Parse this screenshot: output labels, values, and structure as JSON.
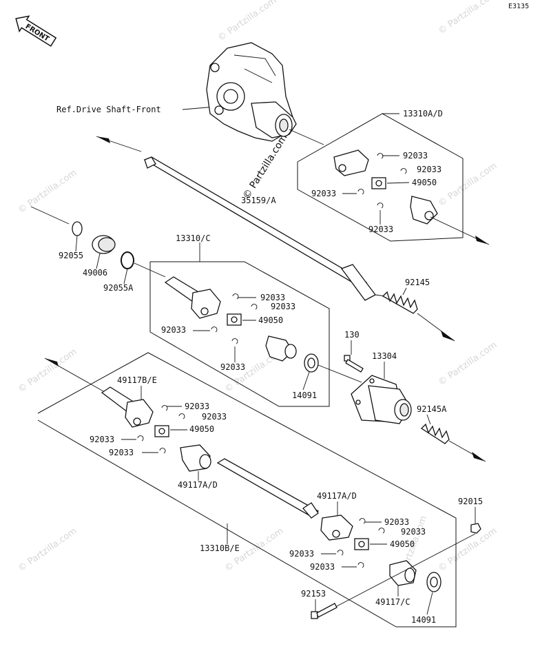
{
  "diagram_code": "E3135",
  "front_label": "FRONT",
  "ref_label": "Ref.Drive Shaft-Front",
  "watermark": "© Partzilla.com",
  "labels": {
    "p13310ad": "13310A/D",
    "p92033_a1": "92033",
    "p92033_a2": "92033",
    "p49050_a": "49050",
    "p92033_a3": "92033",
    "p92033_a4": "92033",
    "p35159": "35159/A",
    "p92055": "92055",
    "p49006": "49006",
    "p92055a": "92055A",
    "p13310c": "13310/C",
    "p92033_c1": "92033",
    "p92033_c2": "92033",
    "p49050_c": "49050",
    "p92033_c3": "92033",
    "p92033_c4": "92033",
    "p92145": "92145",
    "p130": "130",
    "p13304": "13304",
    "p14091_a": "14091",
    "p92145a": "92145A",
    "p49117be": "49117B/E",
    "p92033_b1": "92033",
    "p92033_b2": "92033",
    "p49050_b": "49050",
    "p92033_b3": "92033",
    "p92033_b4": "92033",
    "p49117ad_1": "49117A/D",
    "p49117ad_2": "49117A/D",
    "p92033_d1": "92033",
    "p92033_d2": "92033",
    "p49050_d": "49050",
    "p92033_d3": "92033",
    "p92033_d4": "92033",
    "p13310be": "13310B/E",
    "p92015": "92015",
    "p92153": "92153",
    "p49117c": "49117/C",
    "p14091_b": "14091"
  }
}
